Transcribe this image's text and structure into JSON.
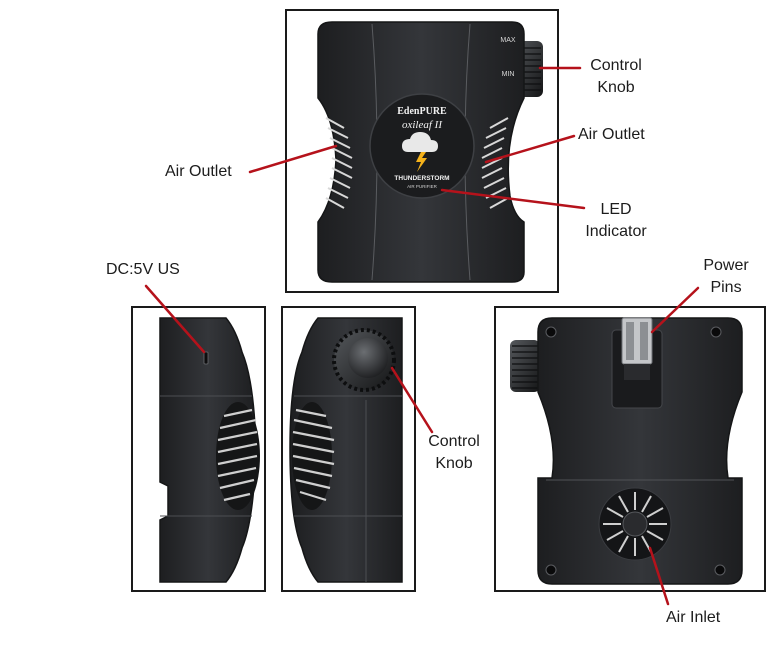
{
  "labels": {
    "control_knob_top": [
      "Control",
      "Knob"
    ],
    "air_outlet_left": "Air Outlet",
    "air_outlet_right": "Air Outlet",
    "led_indicator": [
      "LED",
      "Indicator"
    ],
    "dc_port": "DC:5V US",
    "control_knob_side": [
      "Control",
      "Knob"
    ],
    "power_pins": [
      "Power",
      "Pins"
    ],
    "air_inlet": "Air Inlet"
  },
  "device": {
    "brand": "EdenPURE",
    "model": "oxileaf II",
    "product_line": "THUNDERSTORM",
    "product_type": "AIR PURIFIER",
    "knob_max": "MAX",
    "knob_min": "MIN"
  },
  "colors": {
    "leader_line": "#b5121b",
    "device_body": "#2a2b2d",
    "device_edge": "#151617",
    "panel_border": "#1a1a1a",
    "bolt_accent": "#f5b21b"
  },
  "icons": [
    "cloud-bolt-icon"
  ]
}
